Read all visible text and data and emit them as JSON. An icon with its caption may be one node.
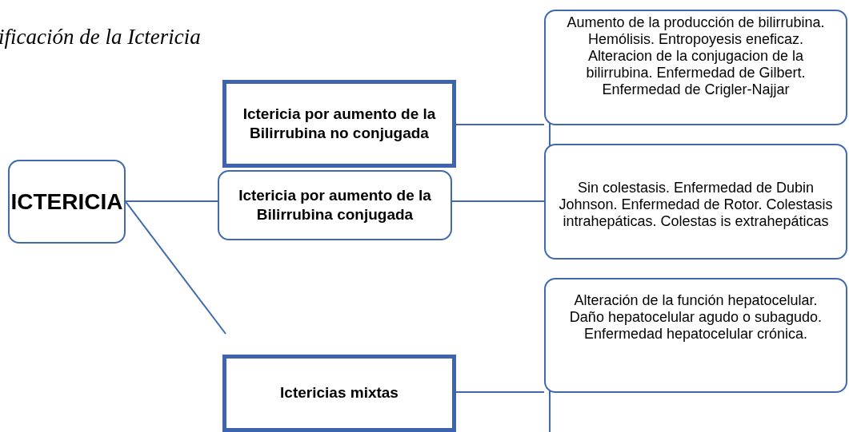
{
  "diagram": {
    "title": "ificación de la Ictericia",
    "nodes": [
      {
        "text": [
          "ICTERICIA"
        ]
      },
      {
        "text": [
          "Ictericia por aumento de la Bilirrubina no conjugada"
        ]
      },
      {
        "text": [
          "Ictericia por aumento de la Bilirrubina conjugada"
        ]
      },
      {
        "text": [
          "Aumento de la producción de bilirrubina. Hemólisis. Entropoyesis eneficaz. Alteracion de la conjugacion de la bilirrubina. Enfermedad de Gilbert. Enfermedad de Crigler-Najjar"
        ]
      },
      {
        "text": [
          "Sin colestasis. Enfermedad de Dubin Johnson. Enfermedad de Rotor. Colestasis intrahepáticas. Colestas is extrahepáticas"
        ]
      },
      {
        "text": [
          "Ictericias mixtas"
        ]
      },
      {
        "text": [
          "Alteración de la función hepatocelular. Daño hepatocelular agudo o subagudo. Enfermedad hepatocelular crónica."
        ]
      }
    ],
    "edges": [
      {
        "from": 0,
        "to": 2,
        "arrow": "none"
      },
      {
        "from": 0,
        "to": 5,
        "arrow": "none"
      },
      {
        "from": 1,
        "to": 3,
        "arrow": "none"
      },
      {
        "from": 2,
        "to": 4,
        "arrow": "none"
      },
      {
        "from": 5,
        "to": 6,
        "arrow": "none"
      }
    ]
  }
}
